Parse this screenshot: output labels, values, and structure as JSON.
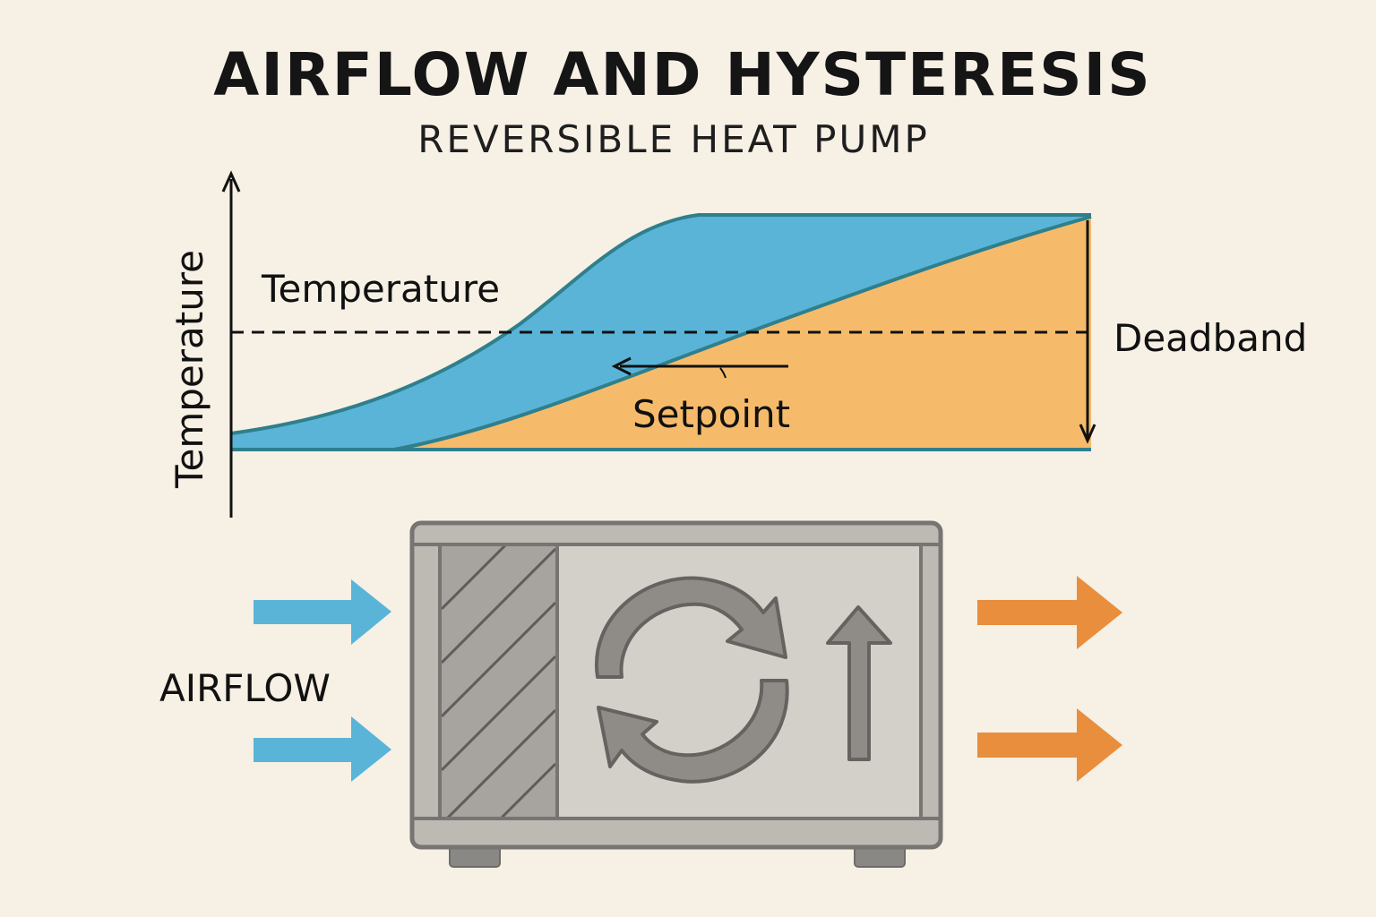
{
  "title": "AIRFLOW AND HYSTERESIS",
  "subtitle": "REVERSIBLE HEAT PUMP",
  "graph": {
    "y_axis_label": "Temperature",
    "curve_label": "Temperature",
    "deadband_label": "Deadband",
    "setpoint_label": "Setpoint"
  },
  "unit": {
    "airflow_label": "AIRFLOW"
  },
  "colors": {
    "background": "#f6f0e5",
    "cool_fill": "#5ab4d8",
    "warm_fill": "#f6bb6a",
    "curve_stroke": "#2f7f8c",
    "outflow_arrow": "#e88e3d",
    "inflow_arrow": "#5ab4d8",
    "unit_body": "#cdcac4",
    "unit_outline": "#777572"
  },
  "icons": [
    "recycle-reverse-icon",
    "up-arrow-icon"
  ]
}
